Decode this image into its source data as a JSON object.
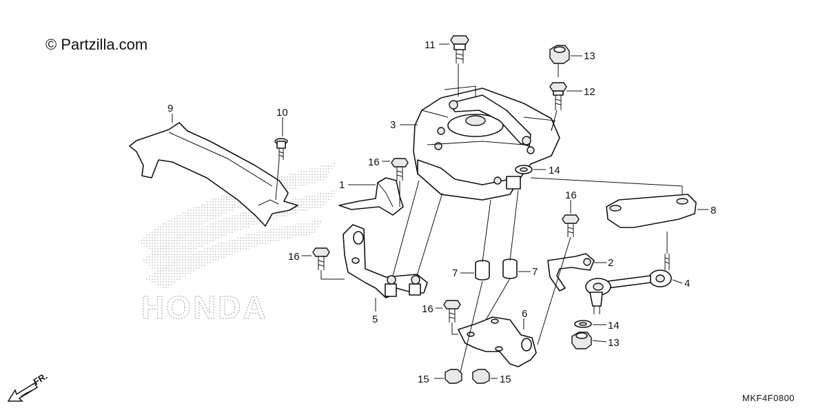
{
  "copyright": "© Partzilla.com",
  "diagram_code": "MKF4F0800",
  "direction_label": "FR.",
  "watermark_brand": "HONDA",
  "callouts": [
    {
      "id": "c11",
      "label": "11"
    },
    {
      "id": "c13a",
      "label": "13"
    },
    {
      "id": "c12",
      "label": "12"
    },
    {
      "id": "c3",
      "label": "3"
    },
    {
      "id": "c9",
      "label": "9"
    },
    {
      "id": "c10",
      "label": "10"
    },
    {
      "id": "c16a",
      "label": "16"
    },
    {
      "id": "c14a",
      "label": "14"
    },
    {
      "id": "c1",
      "label": "1"
    },
    {
      "id": "c16b",
      "label": "16"
    },
    {
      "id": "c8",
      "label": "8"
    },
    {
      "id": "c16c",
      "label": "16"
    },
    {
      "id": "c2",
      "label": "2"
    },
    {
      "id": "c7a",
      "label": "7"
    },
    {
      "id": "c7b",
      "label": "7"
    },
    {
      "id": "c4",
      "label": "4"
    },
    {
      "id": "c5",
      "label": "5"
    },
    {
      "id": "c16d",
      "label": "16"
    },
    {
      "id": "c6",
      "label": "6"
    },
    {
      "id": "c14b",
      "label": "14"
    },
    {
      "id": "c13b",
      "label": "13"
    },
    {
      "id": "c15a",
      "label": "15"
    },
    {
      "id": "c15b",
      "label": "15"
    }
  ]
}
